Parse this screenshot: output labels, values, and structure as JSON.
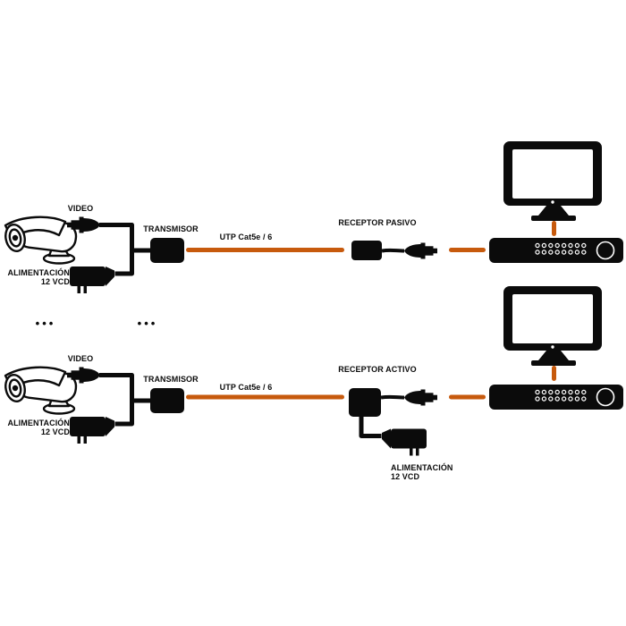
{
  "colors": {
    "ink": "#0b0b0b",
    "utp_orange": "#c75a0d",
    "background": "#ffffff"
  },
  "dvr_leds": {
    "rows": 2,
    "cols": 8
  },
  "labels": {
    "continuation_dots": "•••"
  },
  "rows": [
    {
      "video_label": "VIDEO",
      "camera_power_label": [
        "ALIMENTACIÓN",
        "12 VCD"
      ],
      "transmitter_label": "TRANSMISOR",
      "cable_label": "UTP Cat5e / 6",
      "receiver_label": "RECEPTOR PASIVO"
    },
    {
      "video_label": "VIDEO",
      "camera_power_label": [
        "ALIMENTACIÓN",
        "12 VCD"
      ],
      "transmitter_label": "TRANSMISOR",
      "cable_label": "UTP Cat5e / 6",
      "receiver_label": "RECEPTOR ACTIVO",
      "receiver_power_label": [
        "ALIMENTACIÓN",
        "12 VCD"
      ]
    }
  ]
}
